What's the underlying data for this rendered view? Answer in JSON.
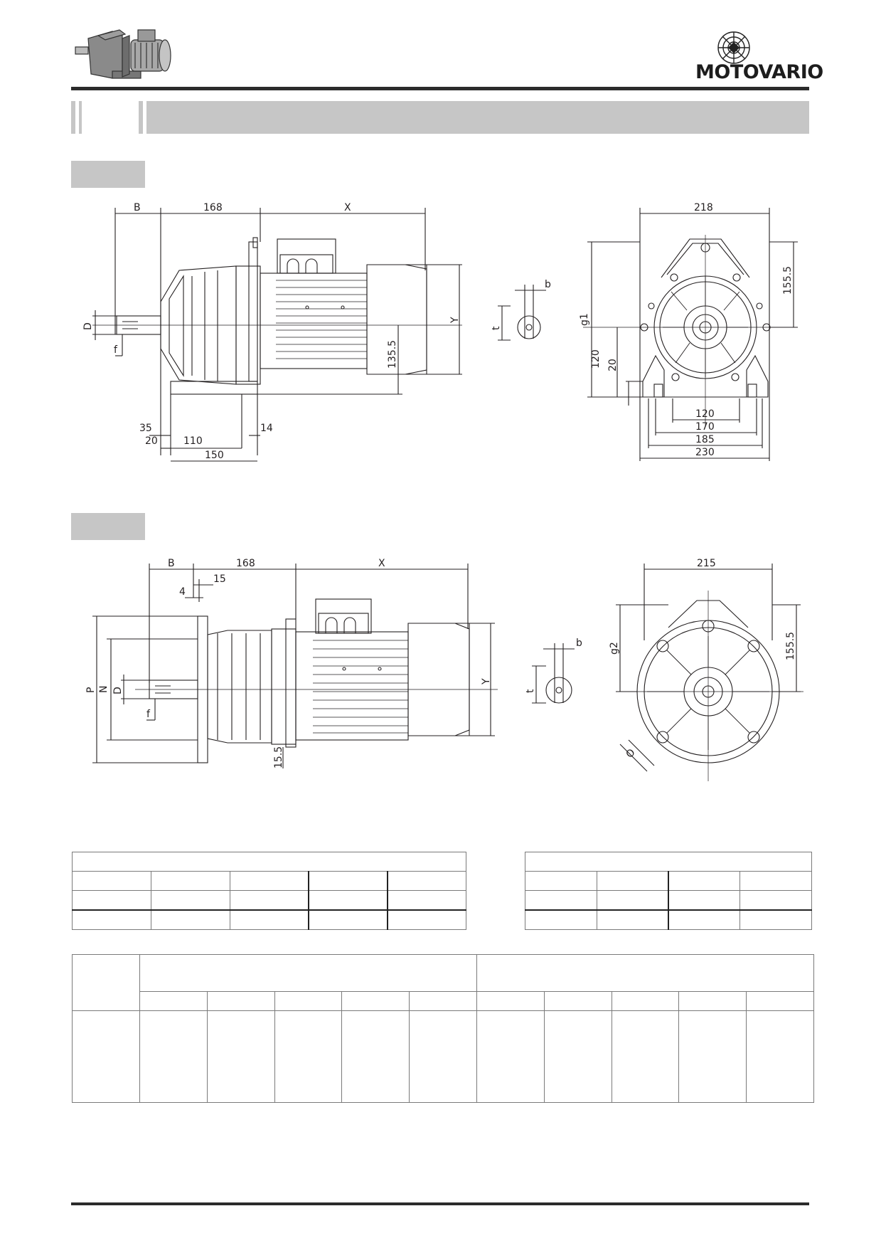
{
  "brand": {
    "name": "MOTOVARIO"
  },
  "drawing_top": {
    "side_view": {
      "dim_B": "B",
      "dim_168": "168",
      "dim_X": "X",
      "dim_Y": "Y",
      "dim_D": "D",
      "dim_f": "f",
      "dim_135_5": "135.5",
      "dim_35": "35",
      "dim_20": "20",
      "dim_110": "110",
      "dim_150": "150",
      "dim_14": "14"
    },
    "shaft_detail": {
      "dim_b": "b",
      "dim_t": "t"
    },
    "end_view": {
      "dim_218": "218",
      "dim_155_5": "155.5",
      "dim_g1": "g1",
      "dim_120v": "120",
      "dim_20v": "20",
      "dim_120": "120",
      "dim_170": "170",
      "dim_185": "185",
      "dim_230": "230"
    }
  },
  "drawing_bottom": {
    "side_view": {
      "dim_B": "B",
      "dim_168": "168",
      "dim_X": "X",
      "dim_15": "15",
      "dim_4": "4",
      "dim_P": "P",
      "dim_N": "N",
      "dim_D": "D",
      "dim_f": "f",
      "dim_Y": "Y",
      "dim_15_5": "15.5"
    },
    "shaft_detail": {
      "dim_b": "b",
      "dim_t": "t"
    },
    "end_view": {
      "dim_215": "215",
      "dim_155_5": "155.5",
      "dim_g2": "g2",
      "dim_O": "O"
    }
  },
  "colors": {
    "ink": "#231f20",
    "gray_bar": "#c6c6c6",
    "rule": "#2b2b2b"
  }
}
